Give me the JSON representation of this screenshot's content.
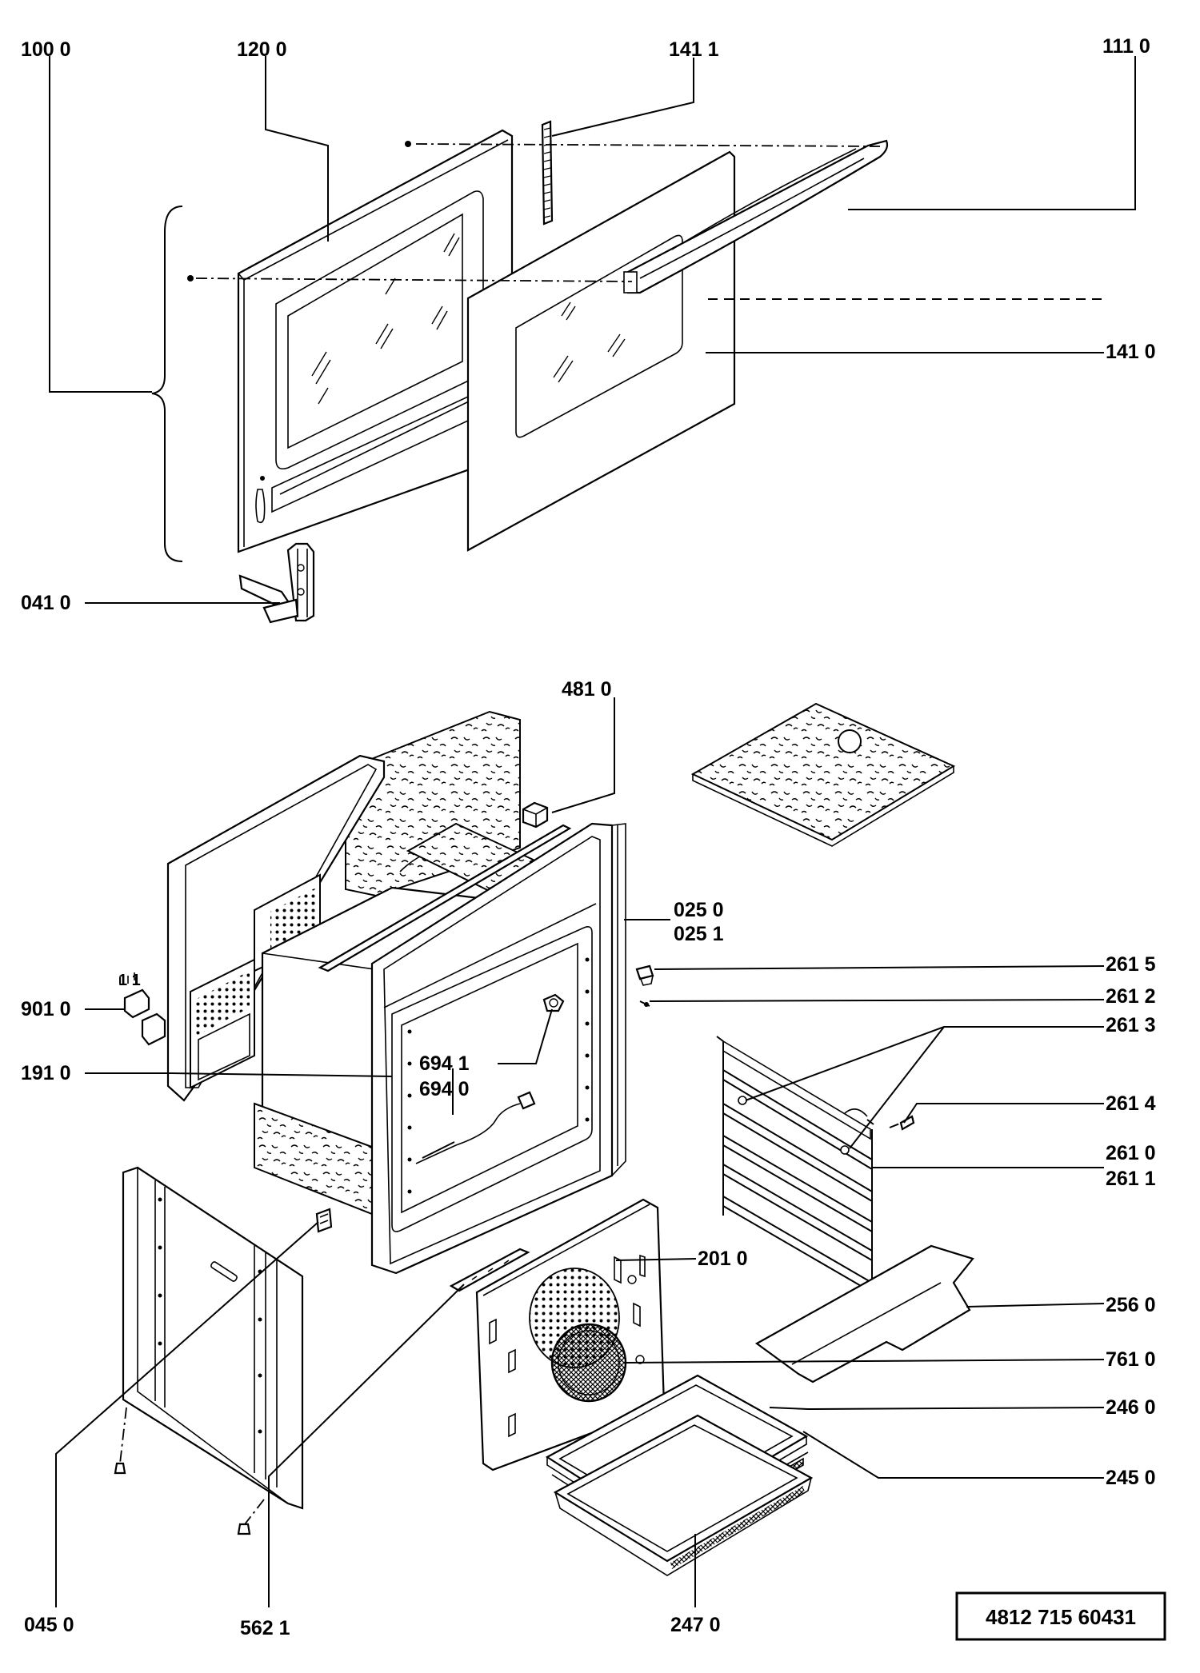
{
  "document_code": "4812 715 60431",
  "labels": {
    "p1000": "100 0",
    "p1200": "120 0",
    "p1411": "141 1",
    "p1110": "111 0",
    "p1410": "141 0",
    "p0410": "041 0",
    "p4810": "481 0",
    "p0250": "025 0",
    "p0251": "025 1",
    "p2615": "261 5",
    "p2612": "261 2",
    "p2613": "261 3",
    "p9010": "901 0",
    "p1910": "191 0",
    "p6941": "694 1",
    "p6940": "694 0",
    "p2614": "261 4",
    "p2610": "261 0",
    "p2611": "261 1",
    "p2010": "201 0",
    "p2560": "256 0",
    "p7610": "761 0",
    "p2460": "246 0",
    "p2450": "245 0",
    "p0450": "045 0",
    "p5621": "562 1",
    "p2470": "247 0",
    "hinge_mark": "1 1"
  }
}
